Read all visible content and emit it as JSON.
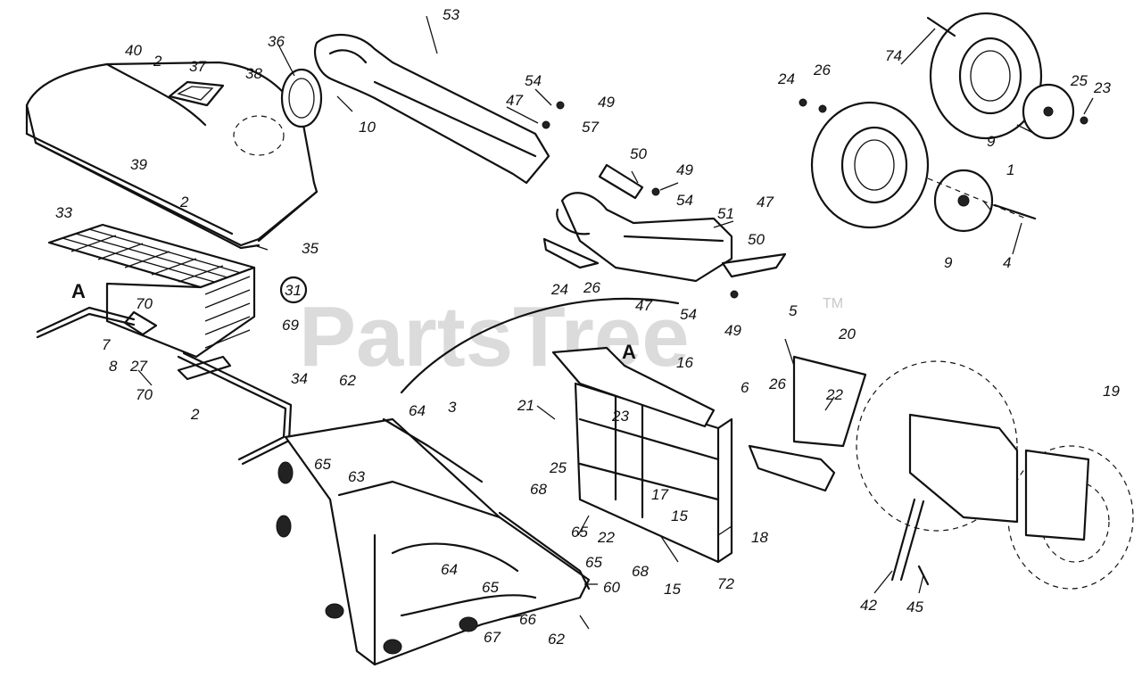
{
  "watermark": {
    "brand": "PartsTree",
    "trademark": "TM"
  },
  "assembly_markers": [
    "A",
    "A"
  ],
  "callout_circle": "31",
  "part_labels": [
    "40",
    "2",
    "37",
    "38",
    "36",
    "53",
    "54",
    "49",
    "47",
    "57",
    "10",
    "39",
    "2",
    "35",
    "33",
    "50",
    "49",
    "54",
    "51",
    "47",
    "50",
    "47",
    "54",
    "49",
    "74",
    "24",
    "26",
    "25",
    "23",
    "9",
    "1",
    "9",
    "4",
    "70",
    "7",
    "8",
    "27",
    "70",
    "2",
    "69",
    "34",
    "24",
    "26",
    "5",
    "20",
    "16",
    "21",
    "23",
    "6",
    "26",
    "22",
    "19",
    "62",
    "64",
    "3",
    "65",
    "63",
    "25",
    "68",
    "65",
    "17",
    "22",
    "15",
    "65",
    "68",
    "18",
    "15",
    "72",
    "64",
    "65",
    "60",
    "66",
    "67",
    "62",
    "42",
    "45"
  ]
}
